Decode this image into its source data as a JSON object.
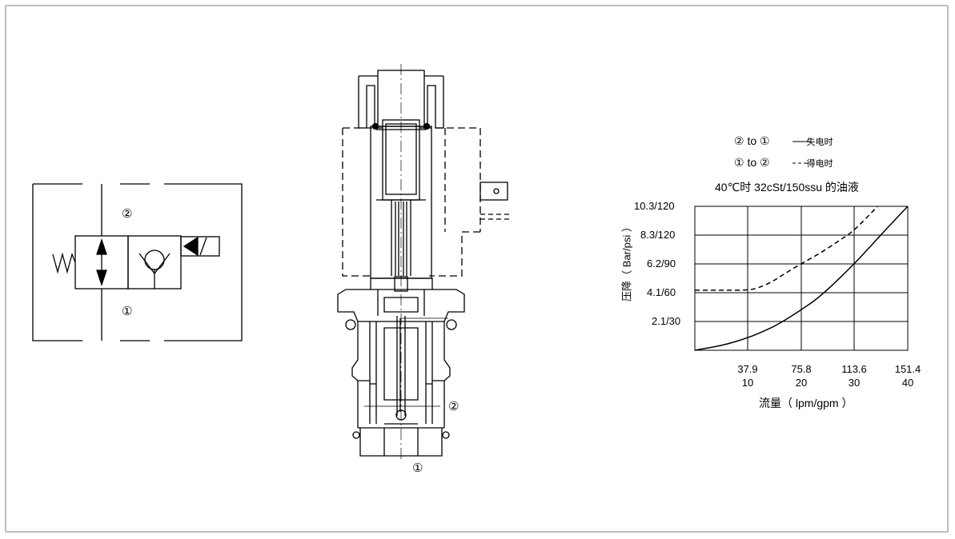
{
  "symbol": {
    "port_top": "②",
    "port_bottom": "①"
  },
  "section": {
    "port_side": "②",
    "port_bottom": "①"
  },
  "legend": {
    "line1": {
      "ports": "② to ①",
      "desc": "失电时"
    },
    "line2": {
      "ports": "① to ②",
      "desc": "得电时"
    },
    "condition": "40℃时 32cSt/150ssu 的油液"
  },
  "chart_data": {
    "type": "line",
    "xlabel": "流量（ lpm/gpm ）",
    "ylabel": "压降（ Bar/psi ）",
    "x_ticks": [
      {
        "lpm": "37.9",
        "gpm": "10"
      },
      {
        "lpm": "75.8",
        "gpm": "20"
      },
      {
        "lpm": "113.6",
        "gpm": "30"
      },
      {
        "lpm": "151.4",
        "gpm": "40"
      }
    ],
    "y_ticks": [
      "10.3/120",
      "8.3/120",
      "6.2/90",
      "4.1/60",
      "2.1/30"
    ],
    "xlim": [
      0,
      151.4
    ],
    "ylim": [
      0,
      10.3
    ],
    "series": [
      {
        "name": "② to ① 失电时",
        "style": "solid",
        "x": [
          0,
          20,
          37.9,
          50,
          60,
          75.8,
          90,
          113.6,
          130,
          142,
          151.4
        ],
        "y": [
          0,
          0.35,
          0.9,
          1.4,
          1.9,
          2.9,
          3.9,
          6.2,
          8.0,
          9.3,
          10.3
        ]
      },
      {
        "name": "① to ② 得电时",
        "style": "dashed",
        "x": [
          0,
          20,
          37.9,
          45,
          55,
          65,
          75.8,
          90,
          105,
          113.6,
          130
        ],
        "y": [
          4.3,
          4.3,
          4.3,
          4.45,
          4.9,
          5.55,
          6.2,
          7.0,
          8.0,
          8.6,
          10.3
        ]
      }
    ],
    "grid": true
  }
}
